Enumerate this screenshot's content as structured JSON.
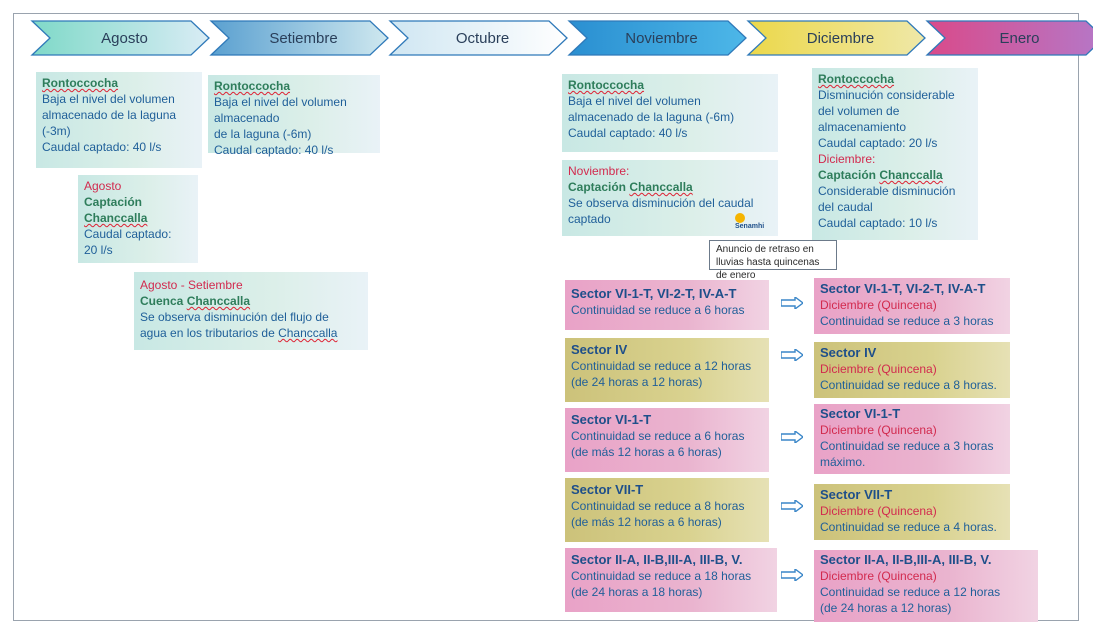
{
  "months": [
    {
      "label": "Agosto",
      "c1": "#7fd9c8",
      "c2": "#d9ecf5"
    },
    {
      "label": "Setiembre",
      "c1": "#5aa0d0",
      "c2": "#cfe8ef"
    },
    {
      "label": "Octubre",
      "c1": "#cfe6f2",
      "c2": "#ffffff"
    },
    {
      "label": "Noviembre",
      "c1": "#2a8fd1",
      "c2": "#4db7e8"
    },
    {
      "label": "Diciembre",
      "c1": "#ecd84a",
      "c2": "#efe8a8"
    },
    {
      "label": "Enero",
      "c1": "#d94a8a",
      "c2": "#b578c8"
    }
  ],
  "boxes": {
    "ago_ronto": {
      "title": "Rontoccocha",
      "l1": "Baja el nivel del volumen",
      "l2": "almacenado de la laguna",
      "l3": "(-3m)",
      "l4": "Caudal captado: 40 l/s"
    },
    "ago_capt": {
      "title": "Agosto",
      "l1": "Captación",
      "l2": "Chanccalla",
      "l3": "Caudal captado:",
      "l4": "20 l/s"
    },
    "ago_set": {
      "title": "Agosto - Setiembre",
      "l1a": "Cuenca ",
      "l1b": "Chanccalla",
      "l2": "Se observa disminución del flujo de",
      "l3a": "agua en los tributarios de ",
      "l3b": "Chanccalla"
    },
    "set_ronto": {
      "title": "Rontoccocha",
      "l1": "Baja el nivel del volumen almacenado",
      "l2": "de la laguna (-6m)",
      "l3": "Caudal captado: 40 l/s"
    },
    "nov_ronto": {
      "title": "Rontoccocha",
      "l1": "Baja el nivel del volumen",
      "l2": "almacenado de la laguna (-6m)",
      "l3": "Caudal captado: 40 l/s"
    },
    "nov_capt": {
      "title": "Noviembre:",
      "l1a": "Captación ",
      "l1b": "Chanccalla",
      "l2": "Se observa disminución del caudal",
      "l3": "captado"
    },
    "ene_ronto": {
      "title": "Rontoccocha",
      "l1": "Disminución considerable",
      "l2": "del volumen de",
      "l3": "almacenamiento",
      "l4": "Caudal captado: 20 l/s",
      "title2": "Diciembre:",
      "l5a": "Captación ",
      "l5b": "Chanccalla",
      "l6": "Considerable disminución",
      "l7": "del caudal",
      "l8": "Caudal captado: 10 l/s"
    }
  },
  "senamhi": "Senamhi",
  "note": {
    "l1": "Anuncio de retraso en lluvias",
    "l2": "hasta quincenas de enero"
  },
  "sectors_left": [
    {
      "title": "Sector VI-1-T, VI-2-T, IV-A-T",
      "l1": "Continuidad se reduce a 6 horas",
      "l2": ""
    },
    {
      "title": "Sector IV",
      "l1": "Continuidad se reduce a 12 horas",
      "l2": "(de 24 horas a 12 horas)"
    },
    {
      "title": "Sector VI-1-T",
      "l1": "Continuidad se reduce a 6 horas",
      "l2": "(de más 12 horas a 6 horas)"
    },
    {
      "title": "Sector VII-T",
      "l1": "Continuidad se reduce a 8 horas",
      "l2": "(de más 12 horas a 6 horas)"
    },
    {
      "title": "Sector II-A, II-B,III-A, III-B, V.",
      "l1": "Continuidad se reduce a 18 horas",
      "l2": "(de 24 horas a 18 horas)"
    }
  ],
  "sectors_right": [
    {
      "title": "Sector VI-1-T, VI-2-T, IV-A-T",
      "sub": "Diciembre (Quincena)",
      "l1": "Continuidad se reduce a 3 horas",
      "l2": ""
    },
    {
      "title": "Sector IV",
      "sub": "Diciembre (Quincena)",
      "l1": "Continuidad se reduce a 8 horas.",
      "l2": ""
    },
    {
      "title": "Sector VI-1-T",
      "sub": "Diciembre (Quincena)",
      "l1": "Continuidad se reduce a 3 horas",
      "l2": "máximo."
    },
    {
      "title": "Sector VII-T",
      "sub": "Diciembre (Quincena)",
      "l1": "Continuidad se reduce a 4 horas.",
      "l2": ""
    },
    {
      "title": "Sector II-A, II-B,III-A, III-B, V.",
      "sub": "Diciembre (Quincena)",
      "l1": "Continuidad se reduce a 12 horas",
      "l2": "(de 24 horas a 12 horas)"
    }
  ]
}
